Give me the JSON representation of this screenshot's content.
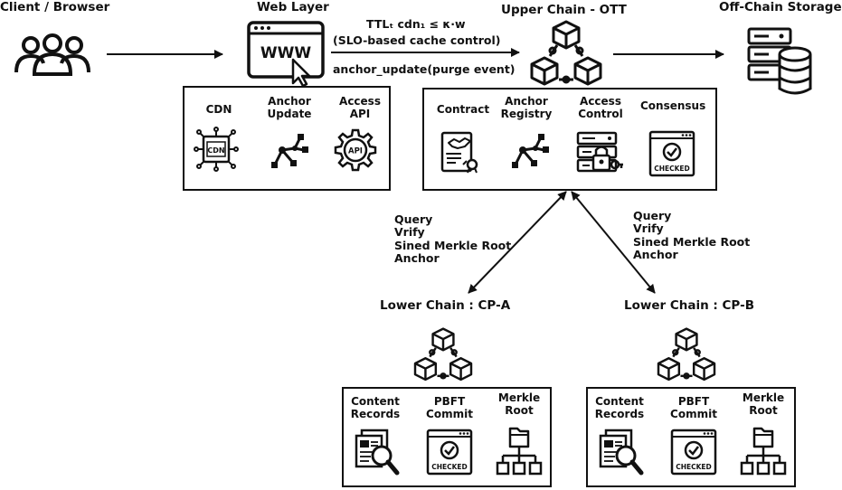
{
  "headers": {
    "client": "Client / Browser",
    "web": "Web Layer",
    "upper": "Upper Chain - OTT",
    "offchain": "Off-Chain Storage",
    "lower_a": "Lower Chain : CP-A",
    "lower_b": "Lower Chain : CP-B"
  },
  "arrow_labels": {
    "ttl": "TTLₜ cdn₁ ≤ κ·w",
    "slo": "(SLO-based cache control)",
    "anchor_update": "anchor_update(purge event)",
    "left_query": [
      "Query",
      "Vrify",
      "Sined Merkle Root",
      "Anchor"
    ],
    "right_query": [
      "Query",
      "Vrify",
      "Sined Merkle Root",
      "Anchor"
    ]
  },
  "web_box": {
    "cdn": "CDN",
    "anchor_update": [
      "Anchor",
      "Update"
    ],
    "access_api": [
      "Access",
      "API"
    ],
    "cdn_chip": "CDN",
    "api_gear": "API"
  },
  "upper_box": {
    "contract": "Contract",
    "anchor_registry": [
      "Anchor",
      "Registry"
    ],
    "access_control": [
      "Access",
      "Control"
    ],
    "consensus": "Consensus",
    "checked": "CHECKED"
  },
  "lower_box": {
    "content_records": [
      "Content",
      "Records"
    ],
    "pbft_commit": [
      "PBFT",
      "Commit"
    ],
    "merkle_root": [
      "Merkle",
      "Root"
    ],
    "checked": "CHECKED"
  },
  "colors": {
    "ink": "#111111",
    "background": "#ffffff"
  },
  "icons": [
    "users-icon",
    "www-browser-icon",
    "blockchain-icon",
    "server-database-icon",
    "cdn-chip-icon",
    "anchor-graph-icon",
    "api-gear-icon",
    "contract-handshake-icon",
    "server-lock-icon",
    "checked-window-icon",
    "document-search-icon",
    "merkle-tree-icon"
  ]
}
